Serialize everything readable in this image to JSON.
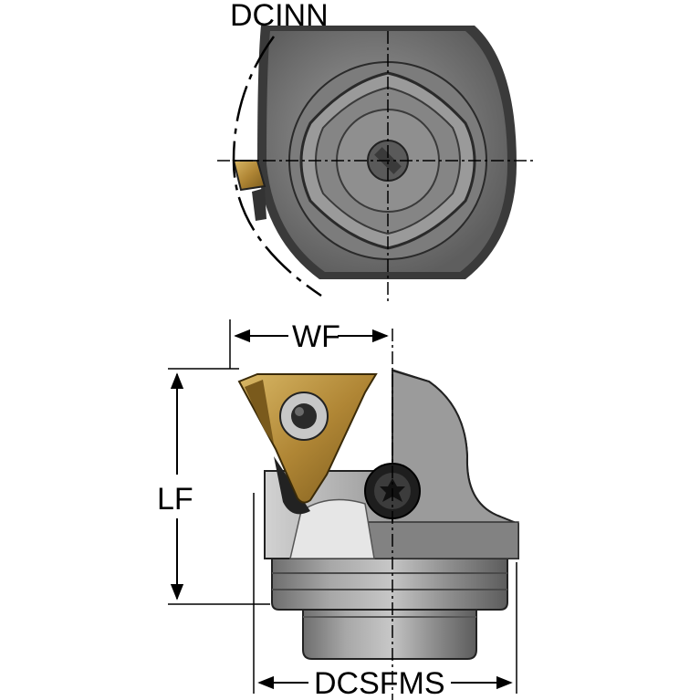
{
  "labels": {
    "top_dim": "DCINN",
    "width_dim": "WF",
    "length_dim": "LF",
    "bottom_dim": "DCSFMS"
  },
  "colors": {
    "body_dark": "#5a5a5a",
    "body_mid": "#8c8c8c",
    "body_light": "#b9b9b9",
    "insert_gold": "#b8913a",
    "line": "#000000"
  },
  "icons": [
    "torx-screw-icon",
    "threading-insert-icon"
  ]
}
